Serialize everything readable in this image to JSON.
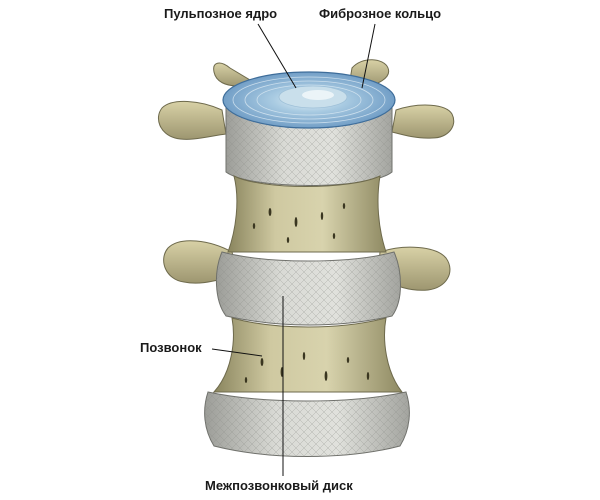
{
  "labels": {
    "nucleus_pulposus": "Пульпозное ядро",
    "annulus_fibrosus": "Фиброзное кольцо",
    "vertebra": "Позвонок",
    "intervertebral_disc": "Межпозвонковый диск"
  },
  "colors": {
    "bone": "#c9c39a",
    "bone_shadow": "#8f8a63",
    "disc": "#cfd0cb",
    "disc_shadow": "#a9aaa5",
    "annulus_top": "#7fa9cf",
    "nucleus": "#c4dbe8",
    "leader_line": "#111111"
  }
}
